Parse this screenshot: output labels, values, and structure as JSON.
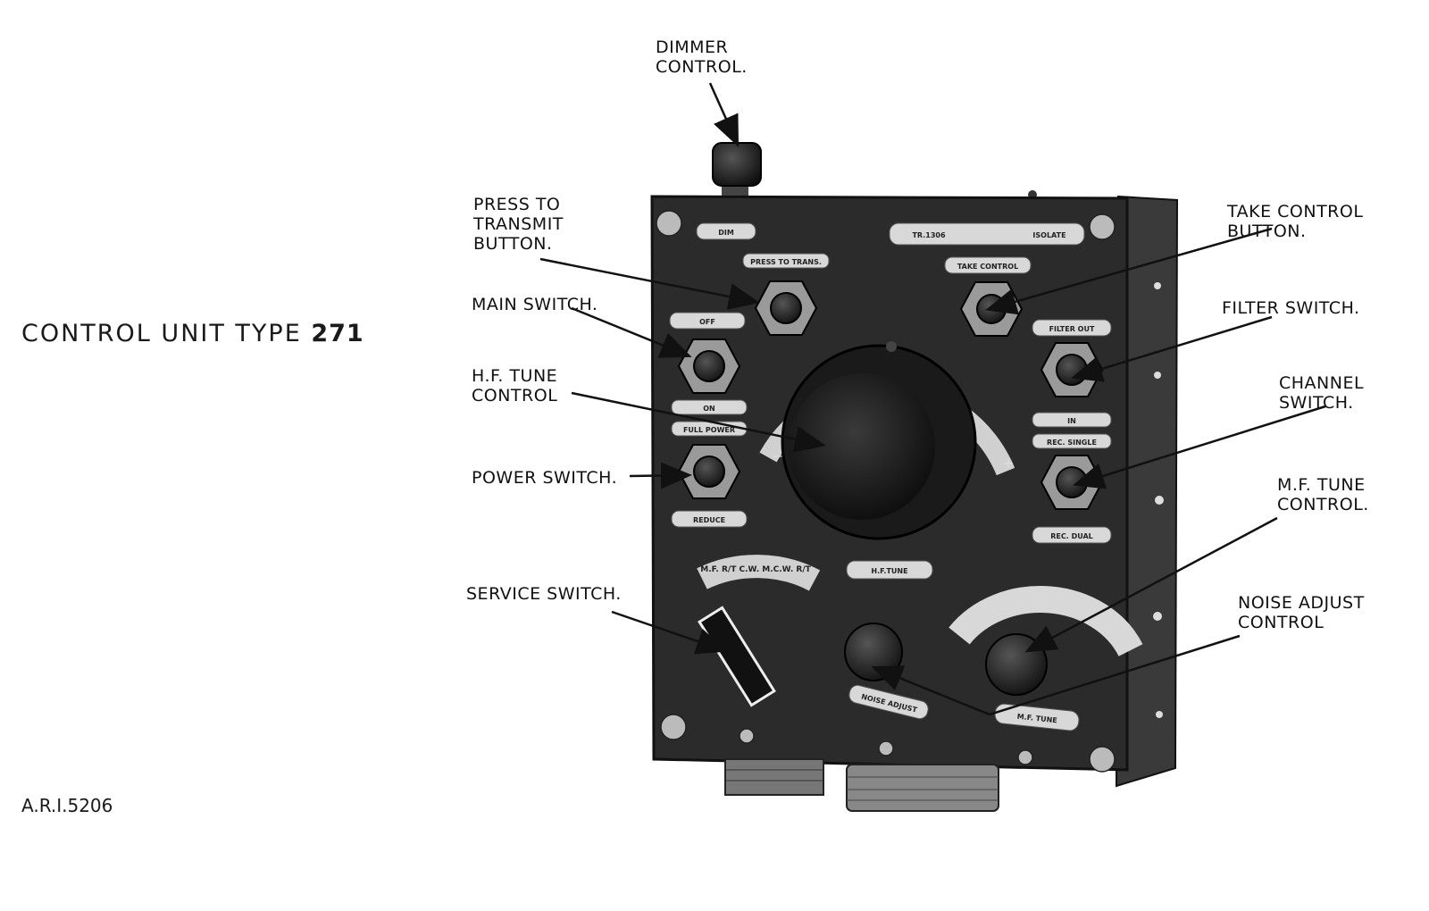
{
  "caption": {
    "title_prefix": "CONTROL UNIT TYPE",
    "title_number": "271"
  },
  "reference": "A.R.I.5206",
  "callouts": {
    "dimmer": "DIMMER\nCONTROL.",
    "press_to_transmit": "PRESS TO\nTRANSMIT\nBUTTON.",
    "main_switch": "MAIN SWITCH.",
    "hf_tune": "H.F. TUNE\nCONTROL",
    "power_switch": "POWER SWITCH.",
    "service_switch": "SERVICE SWITCH.",
    "take_control": "TAKE CONTROL\nBUTTON.",
    "filter_switch": "FILTER SWITCH.",
    "channel_switch": "CHANNEL\nSWITCH.",
    "mf_tune": "M.F. TUNE\nCONTROL.",
    "noise_adjust": "NOISE ADJUST\nCONTROL"
  },
  "panel_labels": {
    "dim": "DIM",
    "tr_isolate_left": "TR.1306",
    "tr_isolate_right": "ISOLATE",
    "press_to_trans": "PRESS TO TRANS.",
    "take_control": "TAKE CONTROL",
    "off": "OFF",
    "on": "ON",
    "full_power": "FULL POWER",
    "reduce": "REDUCE",
    "filter_out": "FILTER OUT",
    "in": "IN",
    "rec_single": "REC. SINGLE",
    "rec_dual": "REC. DUAL",
    "hf_tune": "H.F.TUNE",
    "mf_tune": "M.F. TUNE",
    "noise_adjust": "NOISE ADJUST",
    "service_modes": "M.F.  R/T  C.W.  M.C.W.  R/T",
    "plus": "+",
    "minus": "−"
  },
  "colors": {
    "panel": "#2b2b2b",
    "ink": "#111111",
    "plate": "#d8d8d8"
  }
}
